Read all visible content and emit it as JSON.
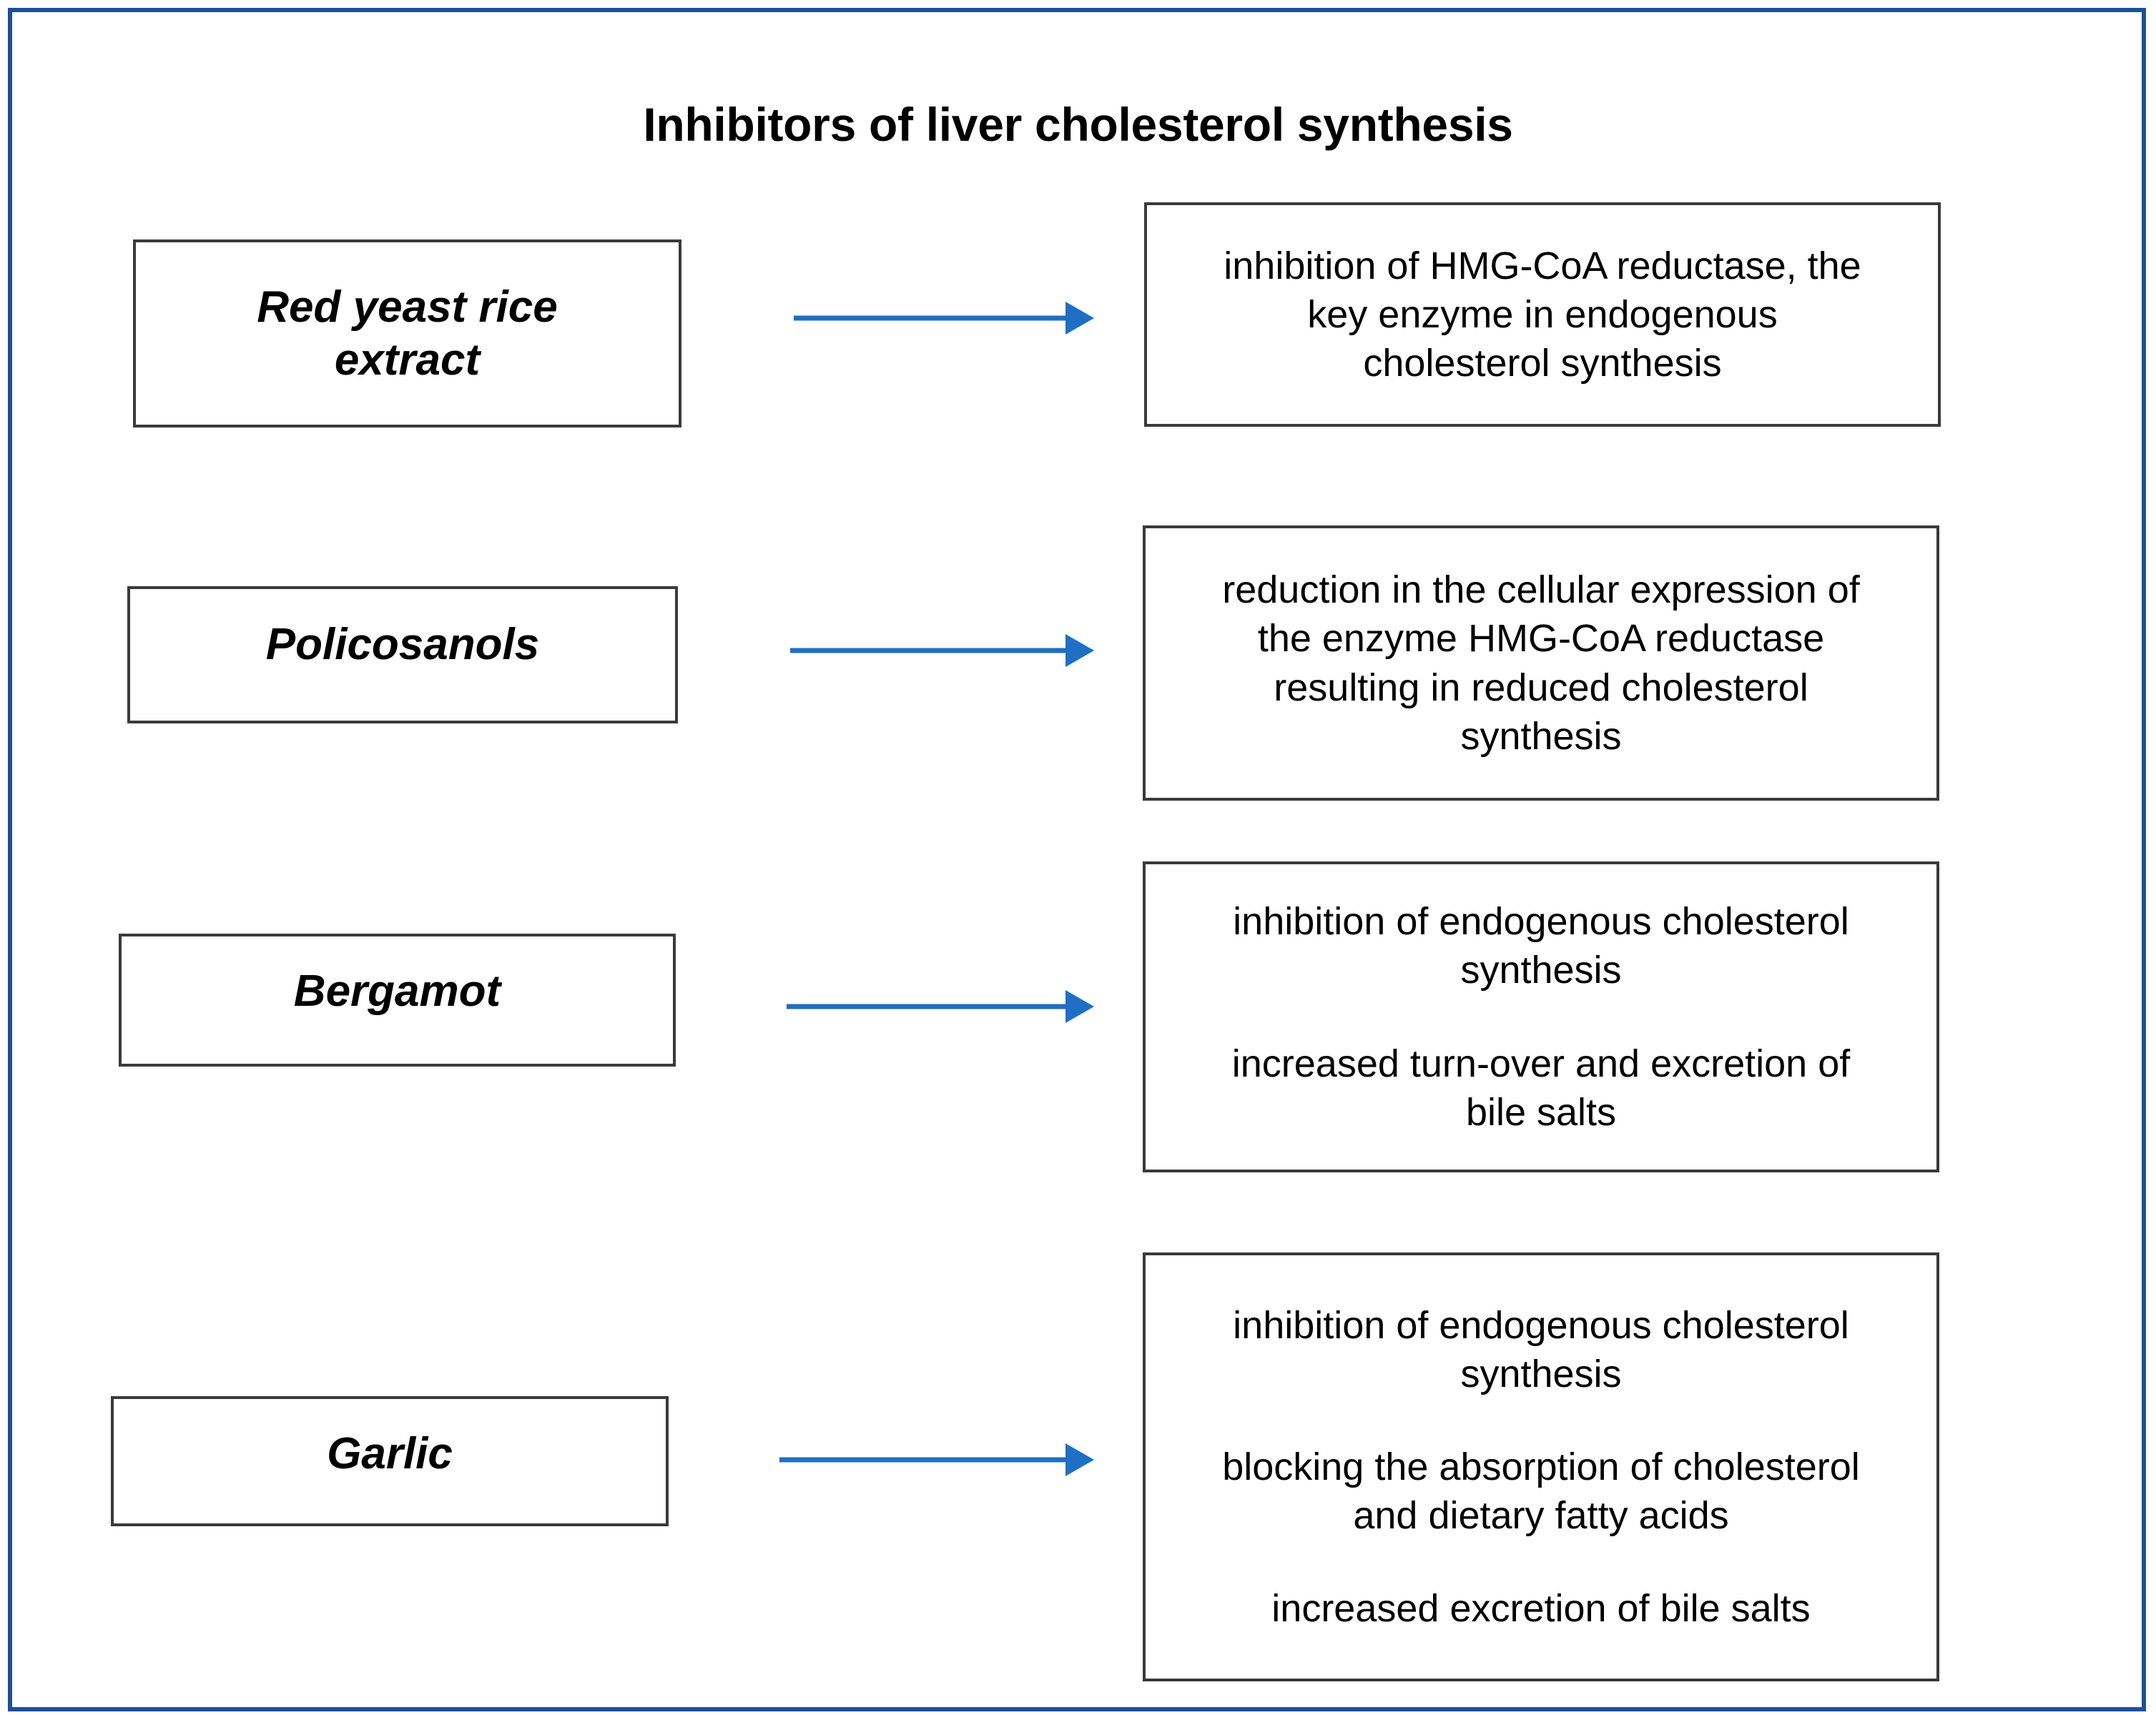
{
  "title": "Inhibitors of liver cholesterol synthesis",
  "colors": {
    "frame": "#1F4E99",
    "arrow": "#1F6FC4",
    "box_border": "#3a3a3a",
    "text": "#000000",
    "background": "#ffffff"
  },
  "rows": [
    {
      "source": "Red yeast rice\nextract",
      "arrow": "arrow-right",
      "effects": [
        "inhibition of HMG-CoA reductase, the\nkey enzyme in endogenous\ncholesterol synthesis"
      ]
    },
    {
      "source": "Policosanols",
      "arrow": "arrow-right",
      "effects": [
        "reduction in the cellular expression of\nthe enzyme HMG-CoA reductase\nresulting in reduced cholesterol\nsynthesis"
      ]
    },
    {
      "source": "Bergamot",
      "arrow": "arrow-right",
      "effects": [
        "inhibition of endogenous cholesterol\nsynthesis",
        "increased turn-over and excretion of\nbile salts"
      ]
    },
    {
      "source": "Garlic",
      "arrow": "arrow-right",
      "effects": [
        "inhibition of endogenous cholesterol\nsynthesis",
        "blocking the absorption of cholesterol\nand dietary fatty acids",
        "increased excretion of bile salts"
      ]
    }
  ]
}
